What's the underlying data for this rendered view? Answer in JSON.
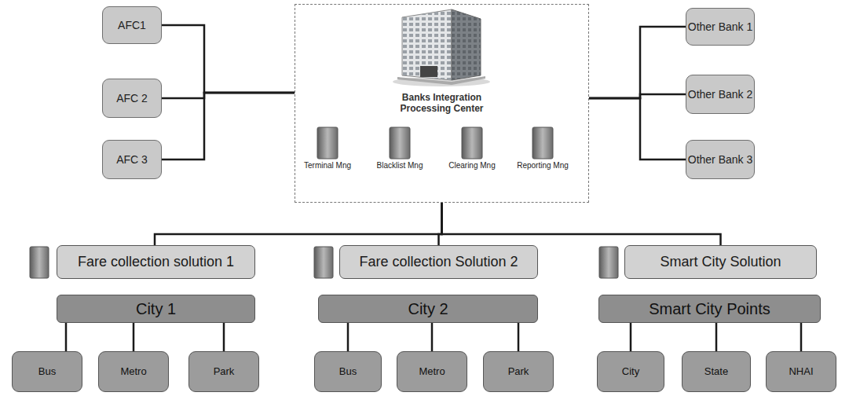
{
  "diagram": {
    "nodes": [
      {
        "text": [
          "AFC1"
        ]
      },
      {
        "text": [
          "AFC 2"
        ]
      },
      {
        "text": [
          "AFC 3"
        ]
      },
      {
        "text": [
          "Banks Integration Processing Center"
        ]
      },
      {
        "text": [
          "Other Bank 1"
        ]
      },
      {
        "text": [
          "Other Bank 2"
        ]
      },
      {
        "text": [
          "Other Bank 3"
        ]
      },
      {
        "text": [
          "Fare collection solution 1"
        ]
      },
      {
        "text": [
          "Fare collection Solution 2"
        ]
      },
      {
        "text": [
          "Smart City Solution"
        ]
      },
      {
        "text": [
          "City 1"
        ]
      },
      {
        "text": [
          "City 2"
        ]
      },
      {
        "text": [
          "Smart City Points"
        ]
      },
      {
        "text": [
          "Bus"
        ]
      },
      {
        "text": [
          "Metro"
        ]
      },
      {
        "text": [
          "Park"
        ]
      },
      {
        "text": [
          "Bus"
        ]
      },
      {
        "text": [
          "Metro"
        ]
      },
      {
        "text": [
          "Park"
        ]
      },
      {
        "text": [
          "City"
        ]
      },
      {
        "text": [
          "State"
        ]
      },
      {
        "text": [
          "NHAI"
        ]
      }
    ],
    "edges": [
      {
        "from": 0,
        "to": 3,
        "arrow": "none"
      },
      {
        "from": 1,
        "to": 3,
        "arrow": "none"
      },
      {
        "from": 2,
        "to": 3,
        "arrow": "none"
      },
      {
        "from": 3,
        "to": 4,
        "arrow": "none"
      },
      {
        "from": 3,
        "to": 5,
        "arrow": "none"
      },
      {
        "from": 3,
        "to": 6,
        "arrow": "none"
      },
      {
        "from": 3,
        "to": 7,
        "arrow": "none"
      },
      {
        "from": 3,
        "to": 8,
        "arrow": "none"
      },
      {
        "from": 3,
        "to": 9,
        "arrow": "none"
      },
      {
        "from": 10,
        "to": 13,
        "arrow": "none"
      },
      {
        "from": 10,
        "to": 14,
        "arrow": "none"
      },
      {
        "from": 10,
        "to": 15,
        "arrow": "none"
      },
      {
        "from": 11,
        "to": 16,
        "arrow": "none"
      },
      {
        "from": 11,
        "to": 17,
        "arrow": "none"
      },
      {
        "from": 11,
        "to": 18,
        "arrow": "none"
      },
      {
        "from": 12,
        "to": 19,
        "arrow": "none"
      },
      {
        "from": 12,
        "to": 20,
        "arrow": "none"
      },
      {
        "from": 12,
        "to": 21,
        "arrow": "none"
      }
    ],
    "labels": [
      "Terminal Mng",
      "Blacklist Mng",
      "Clearing Mng",
      "Reporting Mng"
    ]
  }
}
